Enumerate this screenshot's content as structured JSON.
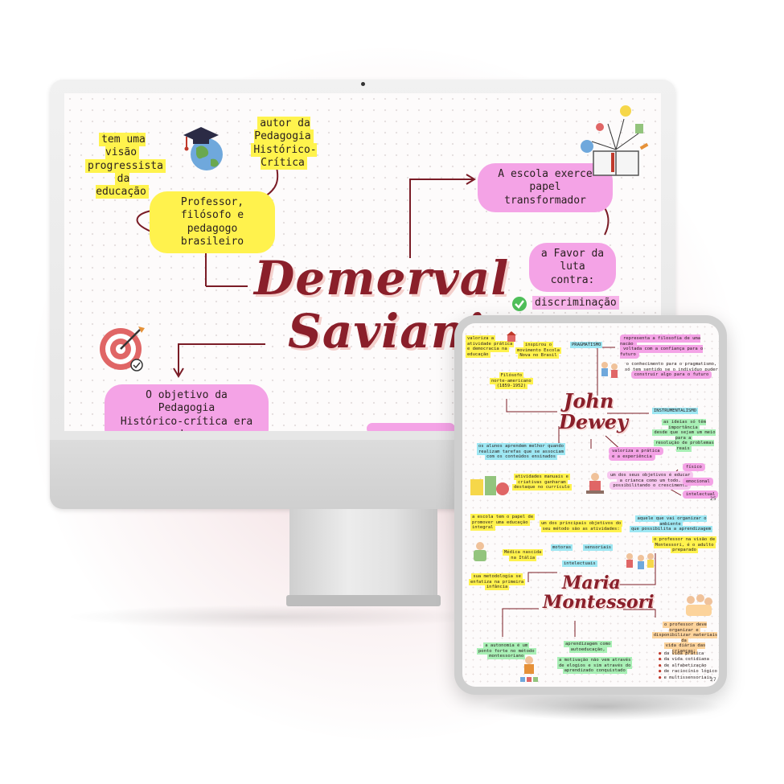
{
  "desktop": {
    "title": [
      "Demerval",
      "Saviani"
    ],
    "nodes": {
      "visao": [
        "tem uma visão",
        "progressista",
        "da educação"
      ],
      "autor": [
        "autor da Pedagogia",
        "Histórico-Crítica"
      ],
      "professor": [
        "Professor, filósofo e",
        "pedagogo brasileiro"
      ],
      "escola": [
        "A escola exerce",
        "papel transformador"
      ],
      "favor": [
        "a Favor da",
        "luta contra:"
      ],
      "discriminacao": "discriminação",
      "objetivo": [
        "O objetivo da Pedagogia",
        "Histórico-crítica era de:"
      ]
    }
  },
  "tablet": {
    "dewey_title": [
      "John",
      "Dewey"
    ],
    "montessori_title": [
      "Maria",
      "Montessori"
    ],
    "dewey": {
      "valoriza": [
        "valoriza a",
        "atividade prática",
        "e democracia na",
        "educação"
      ],
      "inspirou": [
        "inspirou o",
        "movimento Escola",
        "Nova no Brasil"
      ],
      "filosofo": [
        "Filósofo",
        "norte-americano",
        "(1859-1952)"
      ],
      "pragmatismo": "PRAGMATISMO",
      "representa": [
        "representa a filosofia de uma nação",
        "voltada com a confiança para o futuro"
      ],
      "conhecimento": [
        "o conhecimento para o pragmatismo,",
        "só tem sentido se o indivíduo puder",
        "construir algo para o futuro"
      ],
      "instrumentalismo": "INSTRUMENTALISMO",
      "ideias": [
        "as ideias só têm importância",
        "desde que sejam um meio para a",
        "resolução de problemas reais"
      ],
      "alunos": [
        "os alunos aprendem melhor quando",
        "realizam tarefas que se associam",
        "com os conteúdos ensinados"
      ],
      "valoriza_pratica": [
        "valoriza a prática",
        "e a experiência"
      ],
      "atividades": [
        "atividades manuais e",
        "criativas ganharam",
        "destaque no currículo"
      ],
      "objetivos": [
        "um dos seus objetivos é educar",
        "a criança como um todo,",
        "possibilitando o crescimento"
      ],
      "fisico": "físico",
      "emocional": "emocional",
      "intelectual": "intelectual",
      "page": "25"
    },
    "montessori": {
      "escola": [
        "a escola tem o papel de",
        "promover uma educação",
        "integral"
      ],
      "objetivos": [
        "um dos principais objetivos do",
        "seu método são as atividades:"
      ],
      "motoras": "motoras",
      "sensoriais": "sensoriais",
      "intelectuais": "intelectuais",
      "aquele": [
        "aquele que vai organizar o ambiente",
        "que possibilita a aprendizagem"
      ],
      "professor": [
        "o professor na visão de",
        "Montessori, é o adulto",
        "preparado"
      ],
      "medica": [
        "Médica nascida",
        "na Itália"
      ],
      "metodologia": [
        "sua metodologia se",
        "enfatiza na primeira",
        "infância"
      ],
      "autonomia": [
        "a autonomia é um",
        "ponto forte no método",
        "montessoriano"
      ],
      "autoeducacao": [
        "aprendizagem como",
        "autoeducação,"
      ],
      "motivacao": [
        "a motivação não vem através",
        "de elogios e sim através do",
        "aprendizado conquistado"
      ],
      "professor_deve": [
        "o professor deve organizar e",
        "disponibilizar materiais da",
        "vida diária das crianças:"
      ],
      "materiais": [
        "da vida prática",
        "da vida cotidiana",
        "de alfabetização",
        "de raciocínio lógico",
        "e multissensoriais"
      ],
      "page": "27"
    }
  },
  "colors": {
    "title": "#8a1f2a",
    "yellow": "#fff34d",
    "pink": "#f4a3e6",
    "cyan": "#9ee7f3",
    "green": "#a9f0b6",
    "orange": "#fcd39b"
  }
}
